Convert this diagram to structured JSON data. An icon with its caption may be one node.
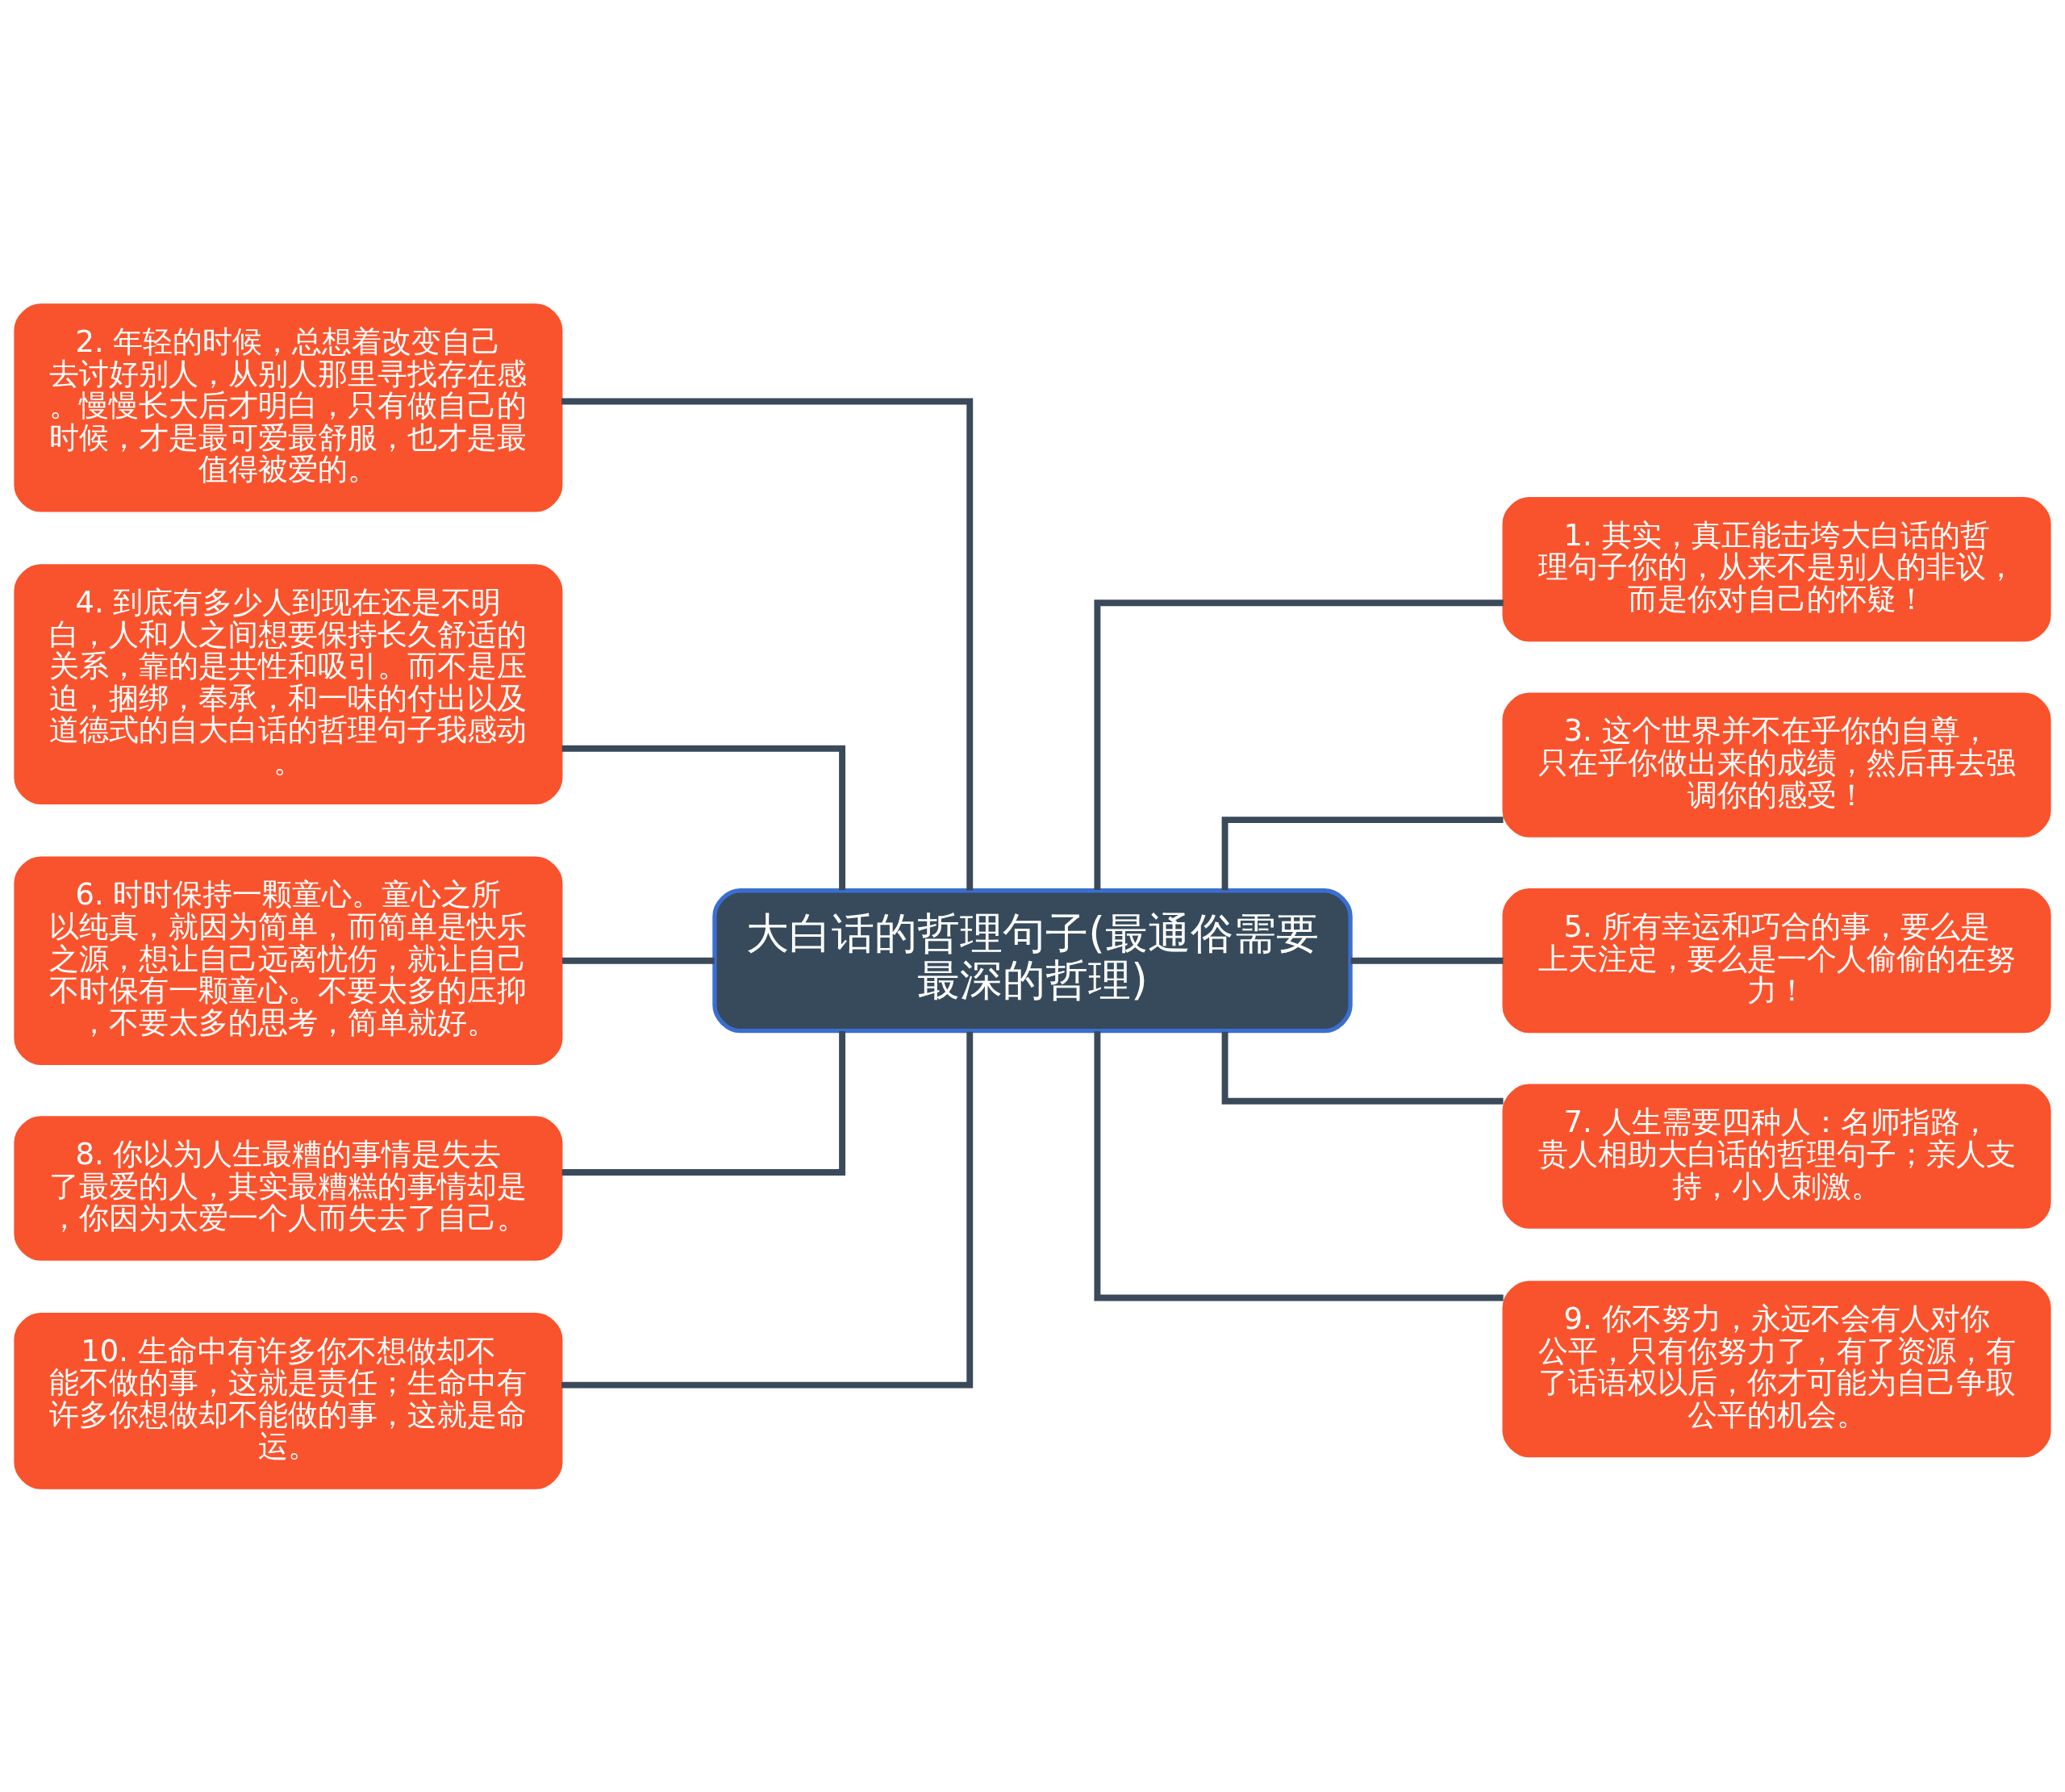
{
  "diagram": {
    "nodes": [
      {
        "text": [
          "大白话的哲理句子(最通俗需要最深的哲理)"
        ]
      },
      {
        "text": [
          "1. 其实，真正能击垮大白话的哲理句子你的，从来不是别人的非议，而是你对自己的怀疑！"
        ]
      },
      {
        "text": [
          "2. 年轻的时候，总想着改变自己去讨好别人，从别人那里寻找存在感。慢慢长大后才明白，只有做自己的时候，才是最可爱最舒服，也才是最值得被爱的。"
        ]
      },
      {
        "text": [
          "3. 这个世界并不在乎你的自尊，只在乎你做出来的成绩，然后再去强调你的感受！"
        ]
      },
      {
        "text": [
          "4. 到底有多少人到现在还是不明白，人和人之间想要保持长久舒适的关系，靠的是共性和吸引。而不是压迫，捆绑，奉承，和一味的付出以及道德式的自大白话的哲理句子我感动。"
        ]
      },
      {
        "text": [
          "5. 所有幸运和巧合的事，要么是上天注定，要么是一个人偷偷的在努力！"
        ]
      },
      {
        "text": [
          "6. 时时保持一颗童心。童心之所以纯真，就因为简单，而简单是快乐之源，想让自己远离忧伤，就让自己不时保有一颗童心。不要太多的压抑，不要太多的思考，简单就好。"
        ]
      },
      {
        "text": [
          "7. 人生需要四种人：名师指路，贵人相助大白话的哲理句子；亲人支持，小人刺激。"
        ]
      },
      {
        "text": [
          "8. 你以为人生最糟的事情是失去了最爱的人，其实最糟糕的事情却是，你因为太爱一个人而失去了自己。"
        ]
      },
      {
        "text": [
          "9. 你不努力，永远不会有人对你公平，只有你努力了，有了资源，有了话语权以后，你才可能为自己争取公平的机会。"
        ]
      },
      {
        "text": [
          "10. 生命中有许多你不想做却不能不做的事，这就是责任；生命中有许多你想做却不能做的事，这就是命运。"
        ]
      }
    ],
    "edges": [
      {
        "from": 0,
        "to": 1,
        "arrow": "none"
      },
      {
        "from": 0,
        "to": 2,
        "arrow": "none"
      },
      {
        "from": 0,
        "to": 3,
        "arrow": "none"
      },
      {
        "from": 0,
        "to": 4,
        "arrow": "none"
      },
      {
        "from": 0,
        "to": 5,
        "arrow": "none"
      },
      {
        "from": 0,
        "to": 6,
        "arrow": "none"
      },
      {
        "from": 0,
        "to": 7,
        "arrow": "none"
      },
      {
        "from": 0,
        "to": 8,
        "arrow": "none"
      },
      {
        "from": 0,
        "to": 9,
        "arrow": "none"
      },
      {
        "from": 0,
        "to": 10,
        "arrow": "none"
      }
    ]
  }
}
